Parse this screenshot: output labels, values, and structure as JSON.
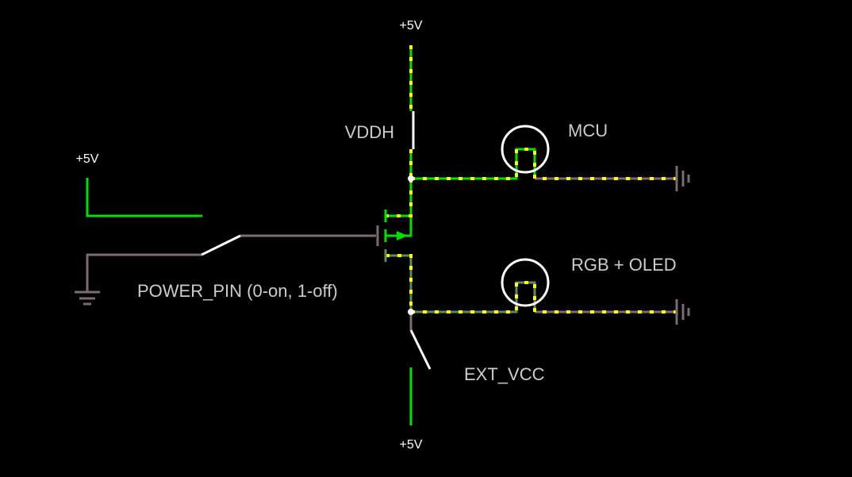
{
  "colors": {
    "background": "#000000",
    "wire_high": "#00e000",
    "wire_low": "#7b6d6d",
    "wire_mid": "#5f8a5f",
    "current_dots": "#ffff00",
    "switch": "#ffffff",
    "label_power": "#ffffff",
    "label_component": "#cccccc"
  },
  "labels": {
    "vdd_top": "+5V",
    "vdd_left": "+5V",
    "vdd_bottom": "+5V",
    "vddh": "VDDH",
    "mcu": "MCU",
    "rgb_oled": "RGB + OLED",
    "power_pin": "POWER_PIN (0-on, 1-off)",
    "ext_vcc": "EXT_VCC"
  },
  "components": {
    "power_sources": [
      "+5V",
      "+5V",
      "+5V"
    ],
    "switches": [
      "VDDH",
      "POWER_PIN (0-on, 1-off)",
      "EXT_VCC"
    ],
    "transistor": "p-channel MOSFET",
    "loads": [
      "MCU",
      "RGB + OLED"
    ],
    "grounds": 3
  }
}
